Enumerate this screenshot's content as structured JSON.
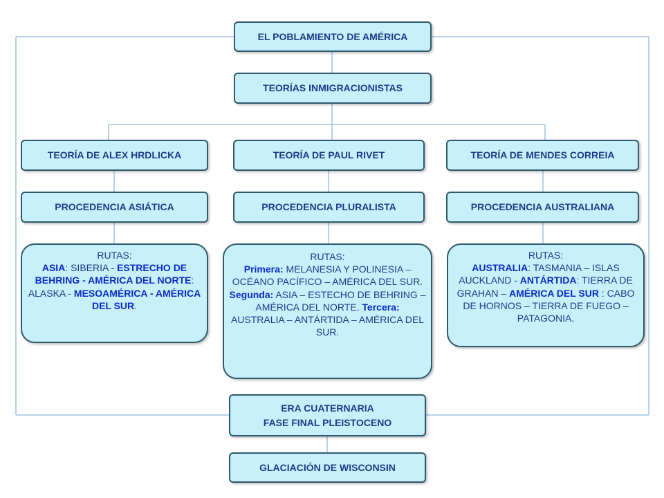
{
  "title": "EL POBLAMIENTO DE AMÉRICA",
  "theories_label": "TEORÍAS INMIGRACIONISTAS",
  "theories": [
    {
      "name": "TEORÍA DE ALEX HRDLICKA",
      "origin": "PROCEDENCIA ASIÁTICA",
      "routes_title": "RUTAS:",
      "routes": [
        {
          "t": "ASIA",
          "b": true
        },
        {
          "t": ": SIBERIA - ",
          "b": false
        },
        {
          "t": "ESTRECHO DE BEHRING - AMÉRICA DEL NORTE",
          "b": true
        },
        {
          "t": ": ALASKA - ",
          "b": false
        },
        {
          "t": "MESOAMÉRICA - AMÉRICA DEL SUR",
          "b": true
        },
        {
          "t": ".",
          "b": false
        }
      ]
    },
    {
      "name": "TEORÍA DE PAUL RIVET",
      "origin": "PROCEDENCIA PLURALISTA",
      "routes_title": "RUTAS:",
      "routes": [
        {
          "t": "Primera:",
          "b": true
        },
        {
          "t": " MELANESIA Y POLINESIA – OCÉANO PACÍFICO – AMÉRICA DEL SUR. ",
          "b": false
        },
        {
          "t": "Segunda:",
          "b": true
        },
        {
          "t": " ASIA – ESTECHO DE BEHRING – AMÉRICA DEL NORTE. ",
          "b": false
        },
        {
          "t": "Tercera:",
          "b": true
        },
        {
          "t": " AUSTRALIA – ANTÁRTIDA – AMÉRICA DEL SUR.",
          "b": false
        }
      ]
    },
    {
      "name": "TEORÍA DE MENDES CORREIA",
      "origin": "PROCEDENCIA AUSTRALIANA",
      "routes_title": "RUTAS:",
      "routes": [
        {
          "t": "AUSTRALIA",
          "b": true
        },
        {
          "t": ": TASMANIA – ISLAS AUCKLAND - ",
          "b": false
        },
        {
          "t": "ANTÁRTIDA",
          "b": true
        },
        {
          "t": ": TIERRA DE GRAHAN – ",
          "b": false
        },
        {
          "t": "AMÉRICA DEL SUR",
          "b": true
        },
        {
          "t": " : CABO DE HORNOS – TIERRA DE FUEGO – PATAGONIA.",
          "b": false
        }
      ]
    }
  ],
  "era": {
    "line1": "ERA CUATERNARIA",
    "line2": "FASE FINAL PLEISTOCENO"
  },
  "glaciation": "GLACIACIÓN DE WISCONSIN",
  "colors": {
    "box_fill": "#c7f0fa",
    "box_border": "#2f5a6e",
    "text": "#1f3a8a",
    "highlight": "#0a2bc8",
    "connector": "#9dc3e6"
  }
}
